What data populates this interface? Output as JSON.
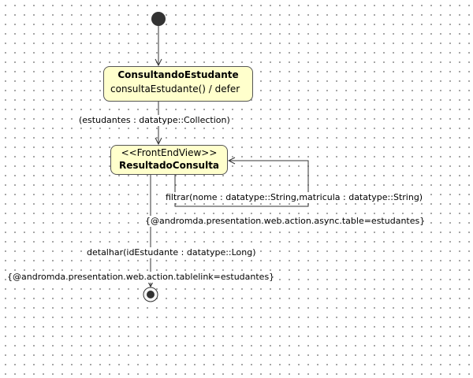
{
  "diagram": {
    "states": [
      {
        "name": "ConsultandoEstudante",
        "action": "consultaEstudante() / defer"
      },
      {
        "stereotype": "<<FrontEndView>>",
        "name": "ResultadoConsulta"
      }
    ],
    "transitions": {
      "to_resultado": "(estudantes : datatype::Collection)",
      "filtrar": "filtrar(nome : datatype::String,matricula : datatype::String)",
      "filtrar_tag": "{@andromda.presentation.web.action.async.table=estudantes}",
      "detalhar": "detalhar(idEstudante : datatype::Long)",
      "detalhar_tag": "{@andromda.presentation.web.action.tablelink=estudantes}"
    },
    "colors": {
      "state_fill": "#ffffcc",
      "state_border": "#555555",
      "line": "#333333",
      "grid_dot": "#8f8f8f"
    }
  }
}
